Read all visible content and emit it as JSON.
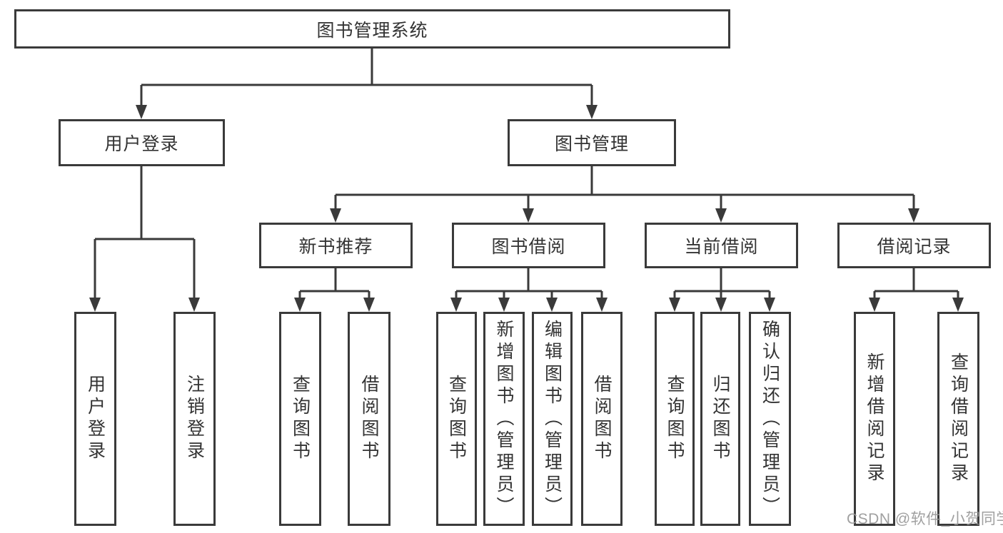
{
  "tree": {
    "label": "图书管理系统",
    "children": [
      {
        "label": "用户登录",
        "children": [
          {
            "label": "用户登录"
          },
          {
            "label": "注销登录"
          }
        ]
      },
      {
        "label": "图书管理",
        "children": [
          {
            "label": "新书推荐",
            "children": [
              {
                "label": "查询图书"
              },
              {
                "label": "借阅图书"
              }
            ]
          },
          {
            "label": "图书借阅",
            "children": [
              {
                "label": "查询图书"
              },
              {
                "label": "新增图书（管理员）"
              },
              {
                "label": "编辑图书（管理员）"
              },
              {
                "label": "借阅图书"
              }
            ]
          },
          {
            "label": "当前借阅",
            "children": [
              {
                "label": "查询图书"
              },
              {
                "label": "归还图书"
              },
              {
                "label": "确认归还（管理员）"
              }
            ]
          },
          {
            "label": "借阅记录",
            "children": [
              {
                "label": "新增借阅记录"
              },
              {
                "label": "查询借阅记录"
              }
            ]
          }
        ]
      }
    ]
  },
  "watermark": {
    "text": "CSDN @软件_小贺同学"
  },
  "colors": {
    "line": "#3a3a3a",
    "text": "#333333",
    "watermark": "#969696",
    "background": "#ffffff"
  }
}
